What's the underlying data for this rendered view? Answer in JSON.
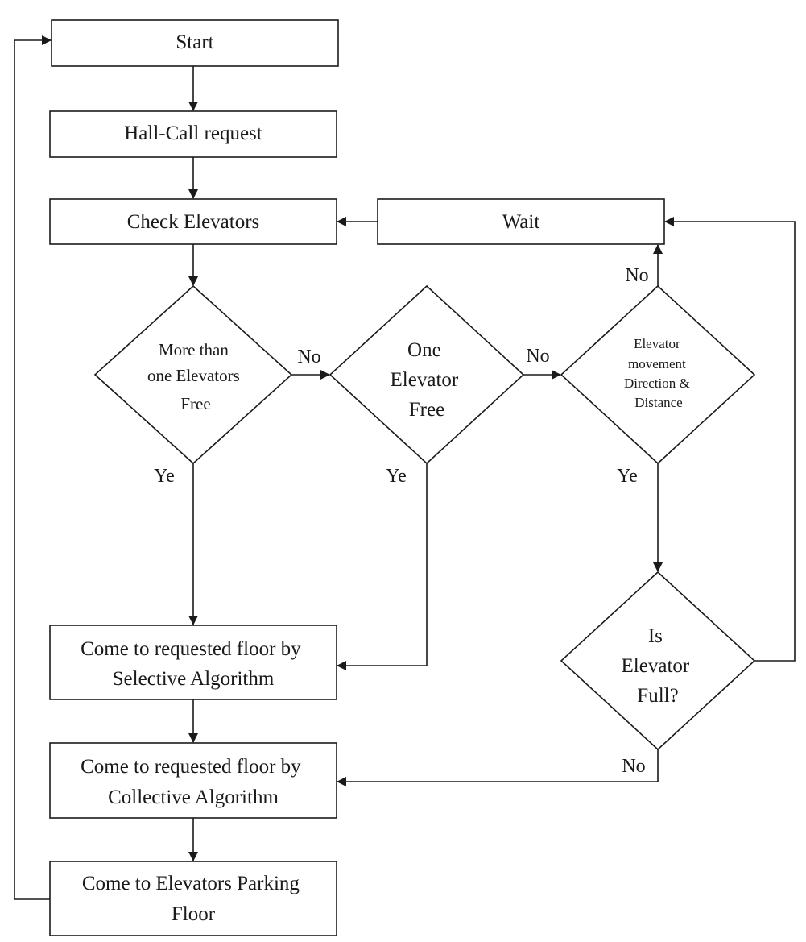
{
  "nodes": {
    "start": {
      "lines": [
        "Start"
      ]
    },
    "hall_call": {
      "lines": [
        "Hall-Call request"
      ]
    },
    "check": {
      "lines": [
        "Check Elevators"
      ]
    },
    "wait": {
      "lines": [
        "Wait"
      ]
    },
    "more_than_one": {
      "lines": [
        "More than",
        "one Elevators",
        "Free"
      ]
    },
    "one_free": {
      "lines": [
        "One",
        "Elevator",
        "Free"
      ]
    },
    "movement": {
      "lines": [
        "Elevator",
        "movement",
        "Direction &",
        "Distance"
      ]
    },
    "is_full": {
      "lines": [
        "Is",
        "Elevator",
        "Full?"
      ]
    },
    "selective": {
      "lines": [
        "Come to requested floor by",
        "Selective Algorithm"
      ]
    },
    "collective": {
      "lines": [
        "Come to requested floor by",
        "Collective Algorithm"
      ]
    },
    "parking": {
      "lines": [
        "Come to Elevators Parking",
        "Floor"
      ]
    }
  },
  "edge_labels": {
    "more_no": "No",
    "one_no": "No",
    "movement_no": "No",
    "full_no": "No",
    "more_yes": "Ye",
    "one_yes": "Ye",
    "movement_yes": "Ye"
  }
}
